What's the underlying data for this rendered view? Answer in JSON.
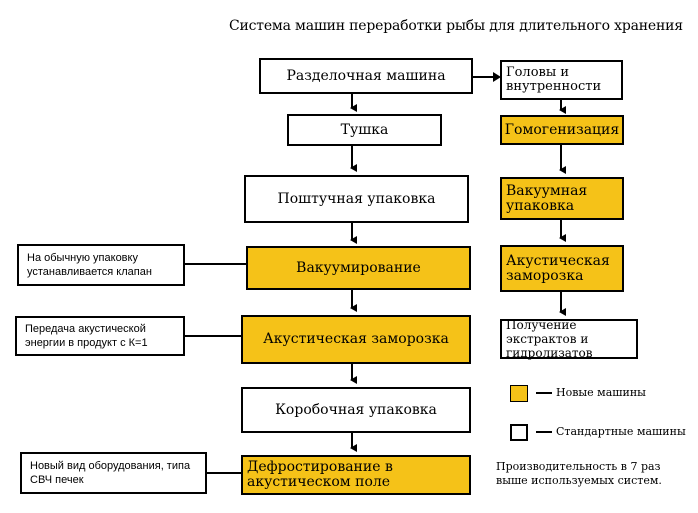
{
  "title": "Система машин переработки рыбы для длительного хранения",
  "main_chain": [
    {
      "label": "Разделочная машина",
      "kind": "standard"
    },
    {
      "label": "Тушка",
      "kind": "standard"
    },
    {
      "label": "Поштучная упаковка",
      "kind": "standard"
    },
    {
      "label": "Вакуумирование",
      "kind": "new"
    },
    {
      "label": "Акустическая заморозка",
      "kind": "new"
    },
    {
      "label": "Коробочная упаковка",
      "kind": "standard"
    },
    {
      "label": "Дефростирование в акустическом поле",
      "kind": "new"
    }
  ],
  "side_chain": [
    {
      "label": "Головы и внутренности",
      "kind": "standard"
    },
    {
      "label": "Гомогенизация",
      "kind": "new"
    },
    {
      "label": "Вакуумная упаковка",
      "kind": "new"
    },
    {
      "label": "Акустическая заморозка",
      "kind": "new"
    },
    {
      "label": "Получение экстрактов и гидролизатов",
      "kind": "standard"
    }
  ],
  "notes": [
    "На обычную упаковку устанавливается клапан",
    "Передача акустической энергии в продукт с К=1",
    "Новый  вид  оборудования, типа СВЧ печек"
  ],
  "legend": {
    "new": "Новые машины",
    "standard": "Стандартные машины"
  },
  "performance_note": "Производительность в 7 раз выше используемых систем.",
  "colors": {
    "new_machine": "#f5c218",
    "standard_machine": "#ffffff",
    "line": "#000000"
  }
}
